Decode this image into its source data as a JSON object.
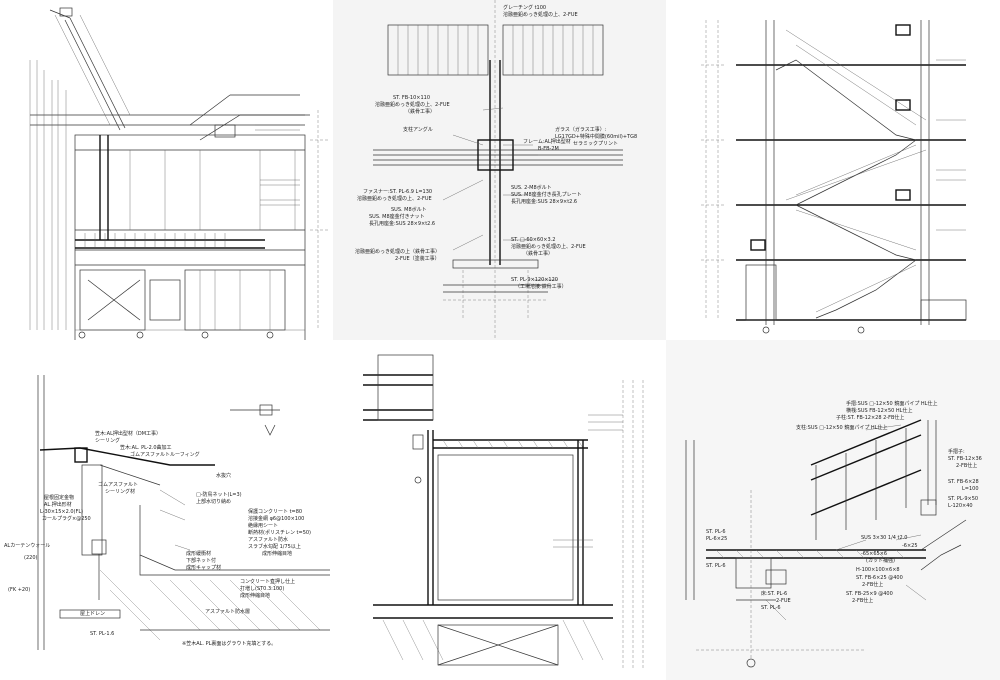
{
  "panels": [
    {
      "name": "panel-1",
      "labels": []
    },
    {
      "name": "panel-2",
      "labels": [
        "グレーチング t100",
        "溶融亜鉛めっき処理の上、2-FUE",
        "ST. FB-10×110",
        "溶融亜鉛めっき処理の上、2-FUE",
        "（鉄骨工事）",
        "支柱アングル",
        "フレーム:AL押出型材",
        "B-FB-2M",
        "ガラス（ガラス工事）:",
        "LG17GD+特殊中間膜(60mil)+TG8",
        "セラミックプリント",
        "ファスナー:ST. PL-6.9 L=130",
        "溶融亜鉛めっき処理の上、2-FUE",
        "SUS. 2-M8ボルト",
        "SUS. M8座金付き長孔プレート",
        "長孔用座金:SUS 28×9×t2.6",
        "SUS. M8ボルト",
        "SUS. M8座金付きナット",
        "長孔用座金:SUS 28×9×t2.6",
        "ST. □-60×60×3.2",
        "溶融亜鉛めっき処理の上、2-FUE",
        "（鉄骨工事）",
        "溶融亜鉛めっき処理の上（鉄骨工事）",
        "2-FUE（塗装工事）",
        "ST. PL-9×120×120",
        "（工場溶接:鉄骨工事）"
      ]
    },
    {
      "name": "panel-3",
      "labels": []
    },
    {
      "name": "panel-4",
      "labels": [
        "笠木:AL押出型材（DM工事）",
        "シーリング",
        "笠木:AL. PL-2.0曲加工",
        "ゴムアスファルトルーフィング",
        "ゴムアスファルト",
        "シーリング材",
        "屋根固定金物",
        "AL.押出形材",
        "L-30×15×2.0(FL)",
        "カールプラグ×@250",
        "ALカーテンウォール",
        "(220)",
        "(FK +20)",
        "水抜穴",
        "□-防鳥ネット(L=3)",
        "上部水切り納め",
        "保護コンクリート t=80",
        "溶接金網 φ6@100×100",
        "絶縁用シート",
        "断熱材(ポリスチレン t=50)",
        "アスファルト防水",
        "スラブ水勾配 1/75以上",
        "成形伸縮目地",
        "成形緩衝材",
        "下部ネット付",
        "成形キャップ材",
        "コンクリート直押し仕上",
        "打増し(ST0.3:100)",
        "成形伸縮目地",
        "アスファルト防水層",
        "屋上ドレン",
        "ST. PL-1.6",
        "※笠木AL. PL裏面はグラウト充填とする。"
      ]
    },
    {
      "name": "panel-5",
      "labels": []
    },
    {
      "name": "panel-6",
      "labels": [
        "手摺:SUS □-12×50 鏡面パイプ HL仕上",
        "横桟:SUS FB-12×50 HL仕上",
        "子柱:ST. FB-12×28 2-FB仕上",
        "支柱:SUS □-12×50 鏡面パイプ HL仕上",
        "手摺子:",
        "ST. FB-12×36",
        "2-FB仕上",
        "ST. FB-6×28",
        "L=100",
        "ST. PL-9×50",
        "L-120×40",
        "ST. PL-6",
        "SUS 3×30 1/4 t2.0",
        "PL-6×25",
        "-6×25",
        "-65×65×6",
        "(カット補強)",
        "ST. PL-6",
        "H-100×100×6×8",
        "ST. FB-6×25 @400",
        "2-FB仕上",
        "ST. FB-25×9 @400",
        "2-FB仕上",
        "床:ST. PL-6",
        "2-FUE",
        "ST. PL-6"
      ]
    }
  ]
}
